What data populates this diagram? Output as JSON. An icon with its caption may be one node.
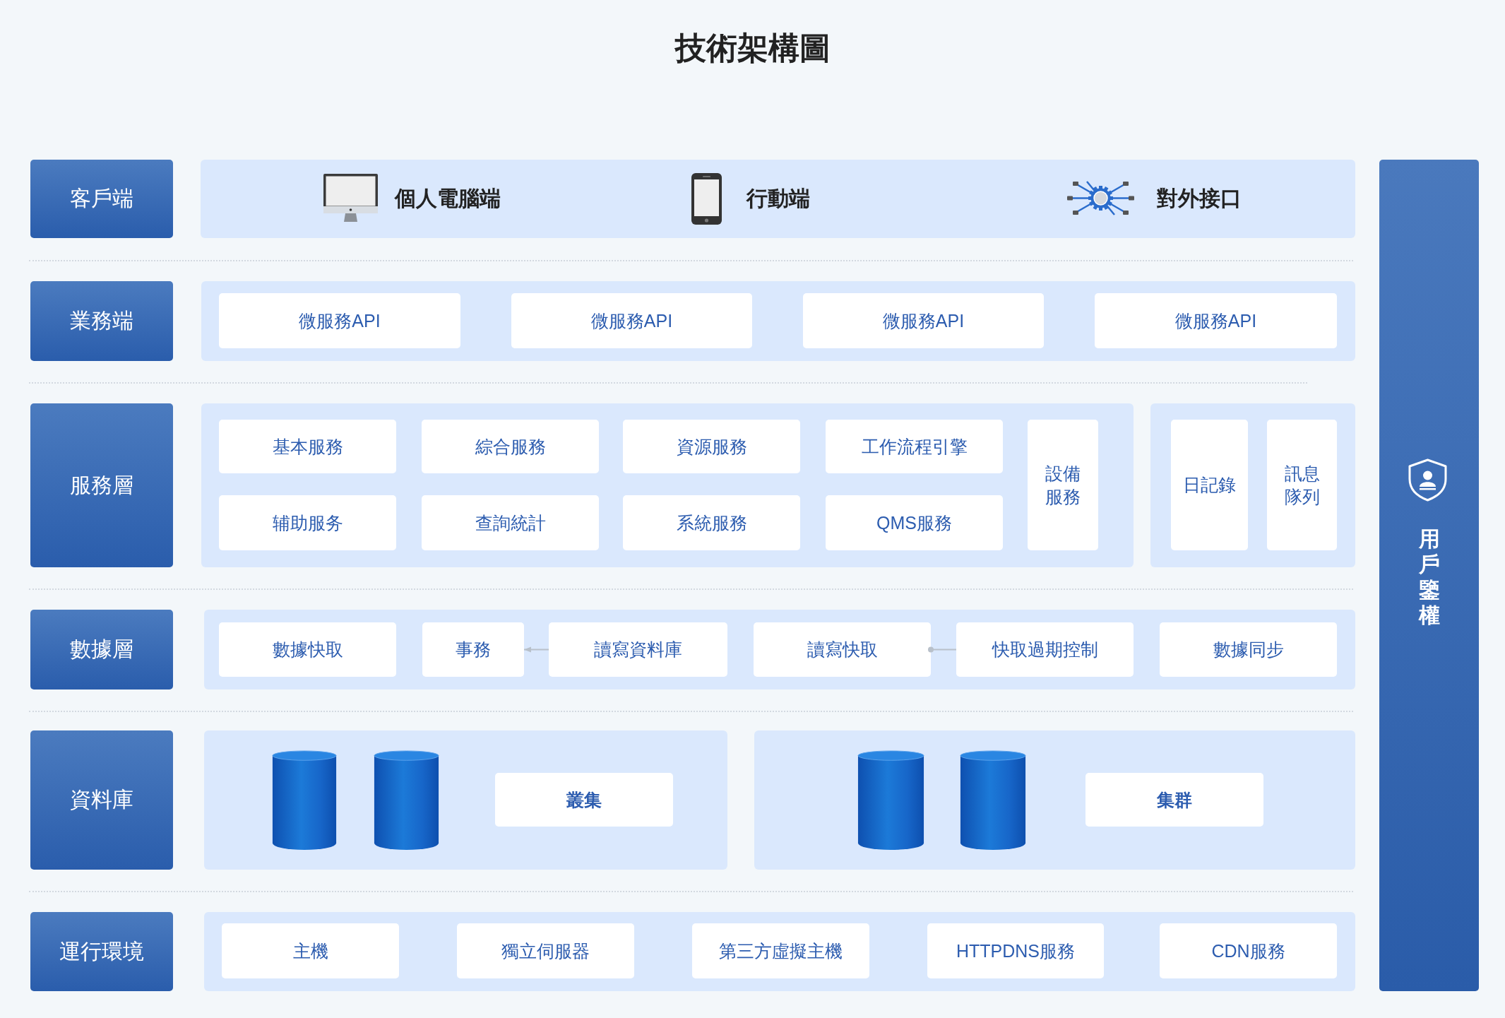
{
  "diagram": {
    "title": "技術架構圖",
    "nodes": [
      {
        "text": [
          "客戶端"
        ]
      },
      {
        "text": [],
        "shape": "box"
      },
      {
        "text": [
          "業務端"
        ]
      },
      {
        "text": [],
        "shape": "box"
      },
      {
        "text": [
          "微服務API"
        ],
        "in": 3
      },
      {
        "text": [
          "微服務API"
        ],
        "in": 3
      },
      {
        "text": [
          "微服務API"
        ],
        "in": 3
      },
      {
        "text": [
          "微服務API"
        ],
        "in": 3
      },
      {
        "text": [
          "服務層"
        ]
      },
      {
        "text": [],
        "shape": "box"
      },
      {
        "text": [
          "基本服務"
        ],
        "in": 9
      },
      {
        "text": [
          "綜合服務"
        ],
        "in": 9
      },
      {
        "text": [
          "資源服務"
        ],
        "in": 9
      },
      {
        "text": [
          "工作流程引擎"
        ],
        "in": 9
      },
      {
        "text": [
          "設備服務"
        ],
        "in": 9
      },
      {
        "text": [
          "辅助服务"
        ],
        "in": 9
      },
      {
        "text": [
          "查詢統計"
        ],
        "in": 9
      },
      {
        "text": [
          "系統服務"
        ],
        "in": 9
      },
      {
        "text": [
          "QMS服務"
        ],
        "in": 9
      },
      {
        "text": [],
        "shape": "box"
      },
      {
        "text": [
          "日記錄"
        ],
        "in": 19
      },
      {
        "text": [
          "訊息隊列"
        ],
        "in": 19
      },
      {
        "text": [
          "數據層"
        ]
      },
      {
        "text": [],
        "shape": "box"
      },
      {
        "text": [
          "數據快取"
        ],
        "in": 23
      },
      {
        "text": [
          "事務"
        ],
        "in": 23
      },
      {
        "text": [
          "讀寫資料庫"
        ],
        "in": 23
      },
      {
        "text": [
          "讀寫快取"
        ],
        "in": 23
      },
      {
        "text": [
          "快取過期控制"
        ],
        "in": 23
      },
      {
        "text": [
          "數據同步"
        ],
        "in": 23
      },
      {
        "text": [
          "資料庫"
        ]
      },
      {
        "text": [],
        "shape": "box"
      },
      {
        "text": [],
        "shape": "cylinder",
        "in": 31
      },
      {
        "text": [],
        "shape": "cylinder",
        "in": 31
      },
      {
        "text": [
          "叢集"
        ],
        "in": 31
      },
      {
        "text": [],
        "shape": "box"
      },
      {
        "text": [],
        "shape": "cylinder",
        "in": 35
      },
      {
        "text": [],
        "shape": "cylinder",
        "in": 35
      },
      {
        "text": [
          "集群"
        ],
        "in": 35
      },
      {
        "text": [
          "運行環境"
        ]
      },
      {
        "text": [],
        "shape": "box"
      },
      {
        "text": [
          "主機"
        ],
        "in": 40
      },
      {
        "text": [
          "獨立伺服器"
        ],
        "in": 40
      },
      {
        "text": [
          "第三方虛擬主機"
        ],
        "in": 40
      },
      {
        "text": [
          "HTTPDNS服務"
        ],
        "in": 40
      },
      {
        "text": [
          "CDN服務"
        ],
        "in": 40
      },
      {
        "text": [
          "用戶鑒權"
        ]
      }
    ],
    "edges": [
      {
        "from": 26,
        "to": 25,
        "arrow": "to"
      },
      {
        "from": 27,
        "to": 28,
        "arrow": "other"
      }
    ],
    "labels": [
      "個人電腦端",
      "行動端",
      "對外接口"
    ]
  }
}
